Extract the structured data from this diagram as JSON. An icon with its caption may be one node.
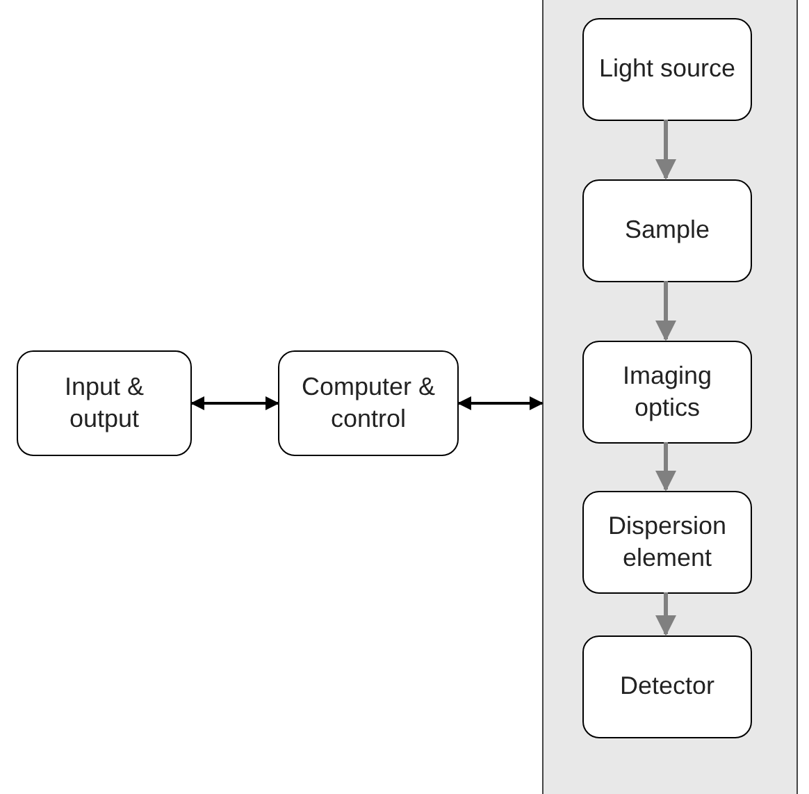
{
  "diagram": {
    "nodes": [
      {
        "text": [
          "Input & output"
        ]
      },
      {
        "text": [
          "Computer & control"
        ]
      },
      {
        "text": [],
        "shape": "box"
      },
      {
        "text": [
          "Light source"
        ],
        "in": 2
      },
      {
        "text": [
          "Sample"
        ],
        "in": 2
      },
      {
        "text": [
          "Imaging optics"
        ],
        "in": 2
      },
      {
        "text": [
          "Dispersion element"
        ],
        "in": 2
      },
      {
        "text": [
          "Detector"
        ],
        "in": 2
      }
    ],
    "edges": [
      {
        "from": 0,
        "to": 1,
        "arrow": "both",
        "color": "#000000"
      },
      {
        "from": 1,
        "to": 2,
        "arrow": "both",
        "color": "#000000"
      },
      {
        "from": 3,
        "to": 4,
        "arrow": "to"
      },
      {
        "from": 4,
        "to": 5,
        "arrow": "to"
      },
      {
        "from": 5,
        "to": 6,
        "arrow": "to"
      },
      {
        "from": 6,
        "to": 7,
        "arrow": "to"
      }
    ]
  }
}
